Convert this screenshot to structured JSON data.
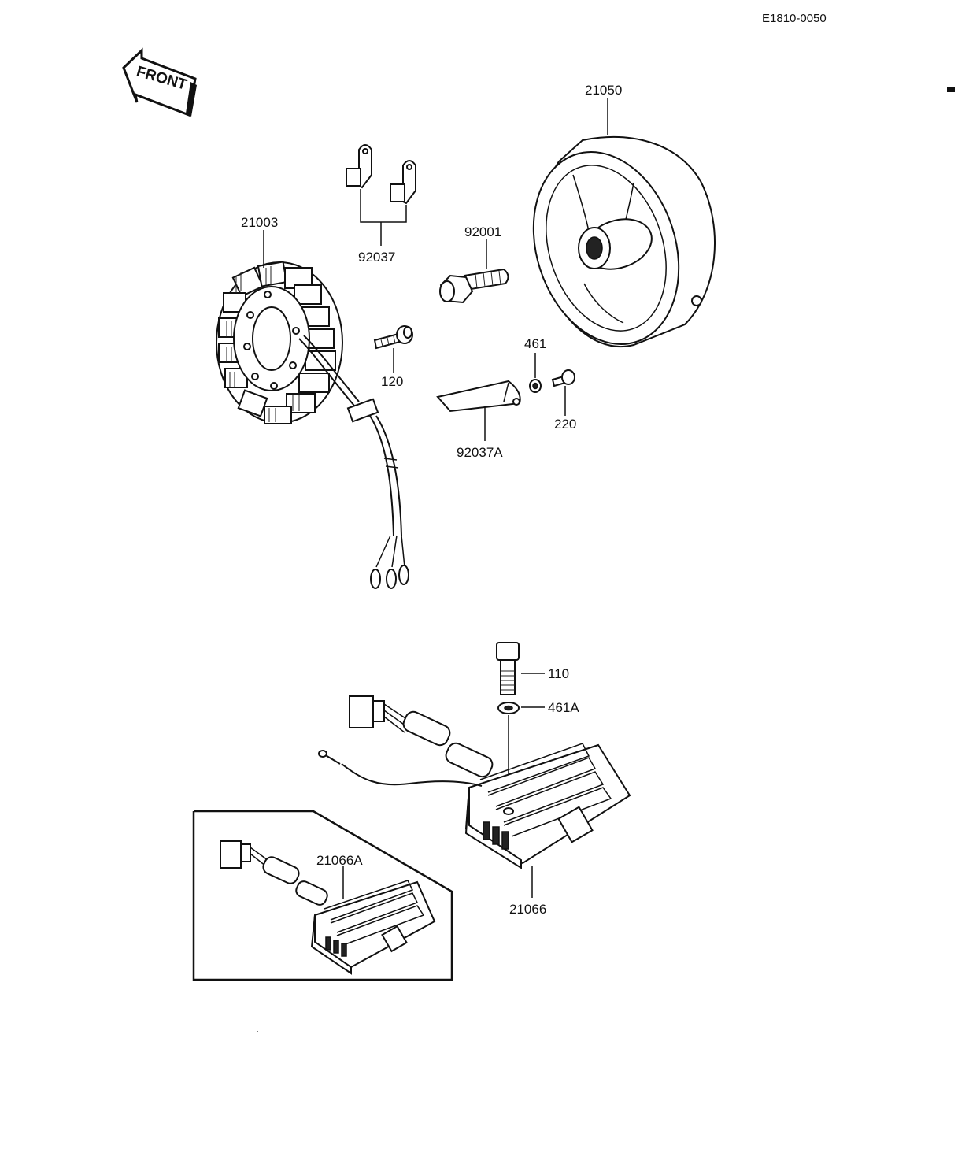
{
  "drawing_code": "E1810-0050",
  "front_label": "FRONT",
  "parts": {
    "stator": "21003",
    "clip": "92037",
    "rotor": "21050",
    "rotor_bolt": "92001",
    "screw_120": "120",
    "washer_461": "461",
    "screw_220": "220",
    "clamp": "92037A",
    "bolt_110": "110",
    "washer_461a": "461A",
    "regulator": "21066",
    "regulator_alt": "21066A"
  }
}
